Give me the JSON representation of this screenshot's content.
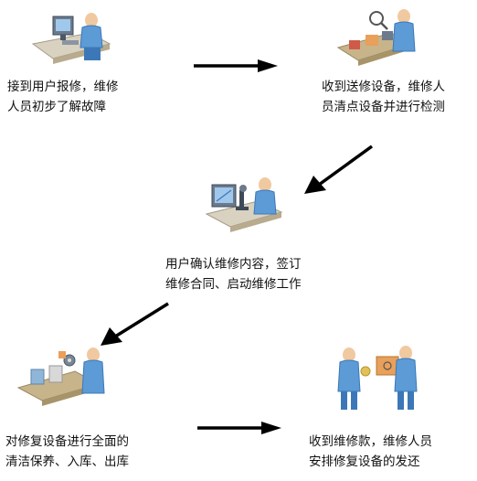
{
  "steps": [
    {
      "line1": "接到用户报修，维修",
      "line2": "人员初步了解故障",
      "icon": "technician-at-computer-icon"
    },
    {
      "line1": "收到送修设备，维修人",
      "line2": "员清点设备并进行检测",
      "icon": "technician-inspecting-icon"
    },
    {
      "line1": "用户确认维修内容，签订",
      "line2": "维修合同、启动维修工作",
      "icon": "technician-with-microscope-icon"
    },
    {
      "line1": "对修复设备进行全面的",
      "line2": "清洁保养、入库、出库",
      "icon": "conveyor-maintenance-icon"
    },
    {
      "line1": "收到维修款，维修人员",
      "line2": "安排修复设备的发还",
      "icon": "handover-package-icon"
    }
  ],
  "colors": {
    "person": "#5c9bd6",
    "person_dark": "#3c78b8",
    "skin": "#f1c9a0",
    "belt": "#c8b48a",
    "arrow": "#000000"
  }
}
